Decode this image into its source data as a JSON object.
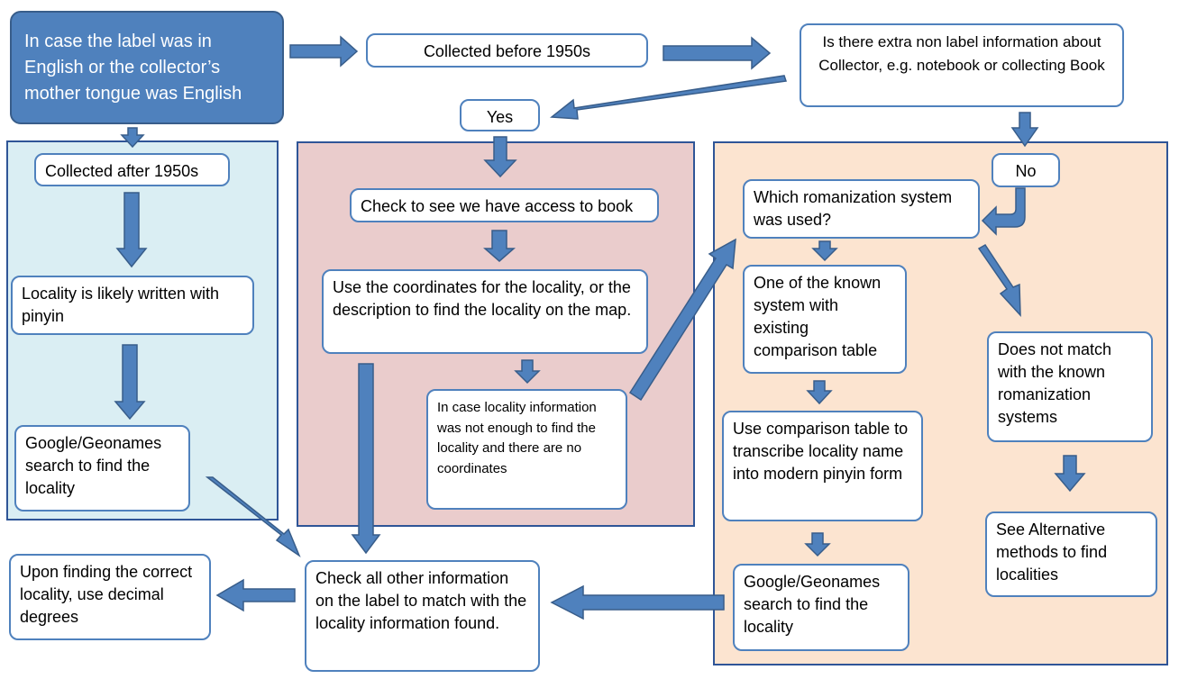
{
  "colors": {
    "start_fill": "#4f81bd",
    "box_border": "#4f81bd",
    "arrow_fill": "#4f81bd",
    "panel_blue": "#daeef3",
    "panel_red": "#eacccc",
    "panel_peach": "#fce4d0",
    "panel_border": "#2f5597"
  },
  "nodes": {
    "start": "In case the label was in English or the collector’s mother tongue was English",
    "before1950": "Collected before 1950s",
    "extra_info": "Is there extra non label information about Collector, e.g. notebook or collecting Book",
    "yes": "Yes",
    "no": "No",
    "after1950": "Collected after 1950s",
    "pinyin": "Locality is likely written with pinyin",
    "google_left": "Google/Geonames search to find the locality",
    "check_book": "Check to see we have access to book",
    "use_coords": "Use the coordinates for the locality, or the description to find the locality on the map.",
    "case_not_enough": "In case locality information was not enough to find the locality and there are no coordinates",
    "which_system": "Which romanization system was used?",
    "known_system": "One of the known system with existing comparison table",
    "not_match": "Does not match with the known romanization systems",
    "use_table": "Use comparison table to transcribe locality name into modern pinyin form",
    "see_alt": "See  Alternative methods to find localities",
    "google_right": "Google/Geonames search to find the locality",
    "check_all": "Check  all other information on the label to match with the locality information found.",
    "upon_finding": "Upon finding the correct locality, use decimal degrees"
  }
}
